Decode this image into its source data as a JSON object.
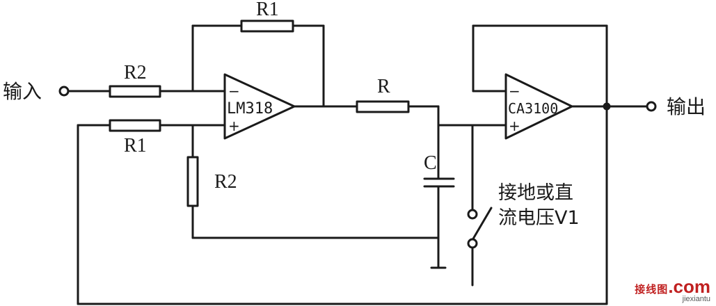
{
  "labels": {
    "input": "输入",
    "output": "输出",
    "r1_top": "R1",
    "r2_input": "R2",
    "r1_lower": "R1",
    "r2_vertical": "R2",
    "r": "R",
    "c": "C",
    "switch_line1": "接地或直",
    "switch_line2": "流电压V1",
    "opamp1_name": "LM318",
    "opamp2_name": "CA3100",
    "minus": "−",
    "plus": "+"
  },
  "watermark": {
    "brand": "接线图",
    "domain_suffix": ".com",
    "sub": "jiexiantu"
  }
}
